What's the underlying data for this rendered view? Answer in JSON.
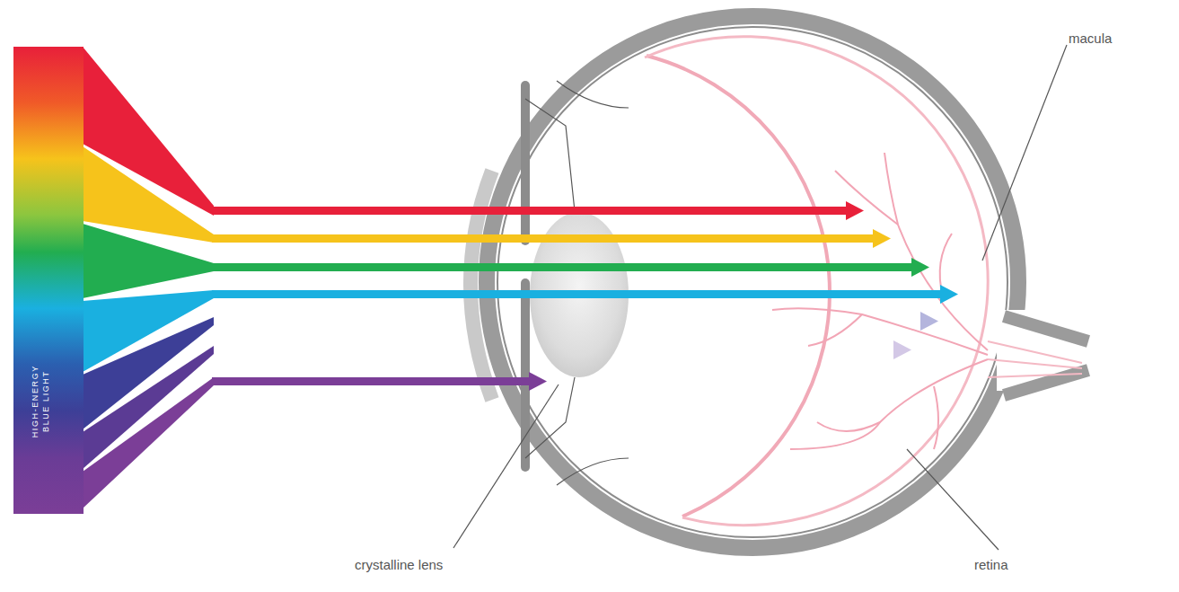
{
  "diagram": {
    "nodes": [
      {
        "text": [
          "HIGH-ENERGY BLUE LIGHT"
        ]
      }
    ],
    "labels": [
      "macula",
      "crystalline lens",
      "retina"
    ]
  }
}
